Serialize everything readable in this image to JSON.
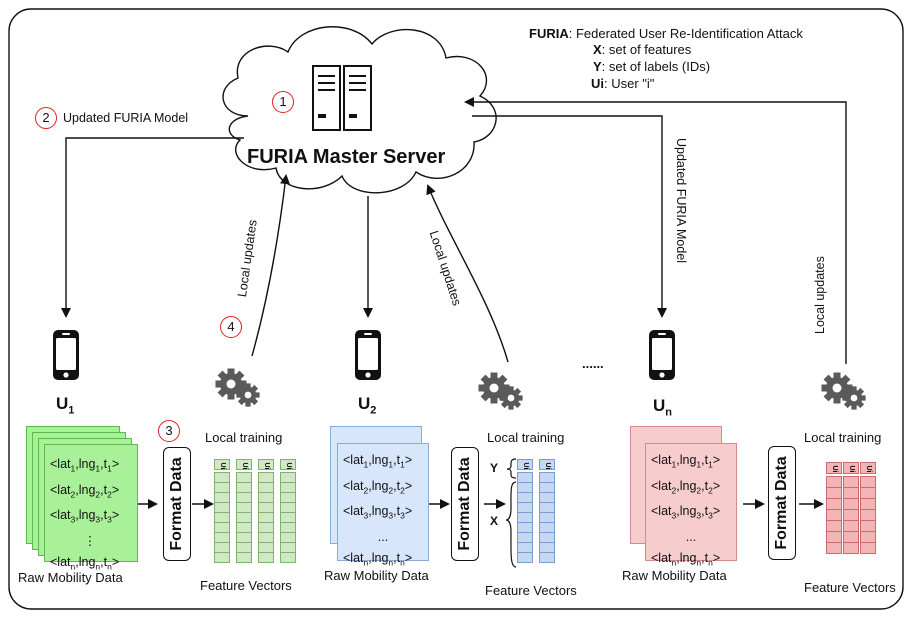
{
  "legend": {
    "furia_key": "FURIA",
    "furia_text": ": Federated User Re-Identification Attack",
    "x_key": "X",
    "x_text": ": set of features",
    "y_key": "Y",
    "y_text": ": set of labels (IDs)",
    "ui_key": "Ui",
    "ui_text": ": User \"i\""
  },
  "server": {
    "title": "FURIA Master Server"
  },
  "steps": [
    "1",
    "2",
    "3",
    "4"
  ],
  "labels": {
    "updated_model": "Updated FURIA Model",
    "local_updates": "Local updates",
    "local_training": "Local training",
    "raw_mobility": "Raw Mobility Data",
    "feature_vectors": "Feature Vectors",
    "format_data": "Format Data",
    "dots": "......",
    "y_brace": "Y",
    "x_brace": "X",
    "ui_header": "Ui"
  },
  "users": [
    {
      "name": "U",
      "sub": "1"
    },
    {
      "name": "U",
      "sub": "2"
    },
    {
      "name": "U",
      "sub": "n"
    }
  ],
  "cards_green": [
    {
      "a": "<lat",
      "s1": "1",
      "b": ",lng",
      "s2": "1",
      "c": ",t",
      "s3": "1",
      "d": ">"
    },
    {
      "a": "<lat",
      "s1": "2",
      "b": ",lng",
      "s2": "2",
      "c": ",t",
      "s3": "2",
      "d": ">"
    },
    {
      "a": "<lat",
      "s1": "3",
      "b": ",lng",
      "s2": "3",
      "c": ",t",
      "s3": "3",
      "d": ">"
    },
    {
      "a": "⋮",
      "s1": "",
      "b": "",
      "s2": "",
      "c": "",
      "s3": "",
      "d": ""
    },
    {
      "a": "<lat",
      "s1": "n",
      "b": ",lng",
      "s2": "n",
      "c": ",t",
      "s3": "n",
      "d": ">"
    }
  ],
  "cards_other": [
    {
      "a": "<lat",
      "s1": "1",
      "b": ",lng",
      "s2": "1",
      "c": ",t",
      "s3": "1",
      "d": ">"
    },
    {
      "a": "<lat",
      "s1": "2",
      "b": ",lng",
      "s2": "2",
      "c": ",t",
      "s3": "2",
      "d": ">"
    },
    {
      "a": "<lat",
      "s1": "3",
      "b": ",lng",
      "s2": "3",
      "c": ",t",
      "s3": "3",
      "d": ">"
    },
    {
      "a": "...",
      "s1": "",
      "b": "",
      "s2": "",
      "c": "",
      "s3": "",
      "d": ""
    },
    {
      "a": "<lat",
      "s1": "n",
      "b": ",lng",
      "s2": "n",
      "c": ",t",
      "s3": "n",
      "d": ">"
    }
  ],
  "colors": {
    "green_fill": "#a9f199",
    "green_fv": "#cfe9c4",
    "blue_fill": "#d7e6fa",
    "blue_fv": "#c5d8f2",
    "red_fill": "#f6cccc",
    "red_fv": "#f2b4b4",
    "step_circle": "#e02020"
  }
}
